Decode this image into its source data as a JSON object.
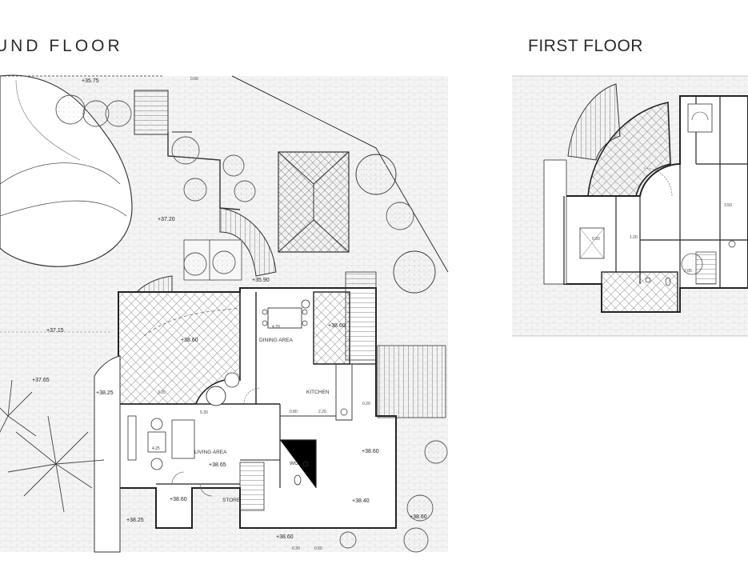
{
  "titles": {
    "ground": "UND FLOOR",
    "first": "FIRST FLOOR"
  },
  "rooms": {
    "dining": "DINING AREA",
    "kitchen": "KITCHEN",
    "living": "LIVING AREA",
    "wc": "WC",
    "store": "STORE"
  },
  "levels": {
    "l1": "+35.75",
    "l2": "+37.20",
    "l3": "+35.90",
    "l4": "+37.15",
    "l5": "+38.60",
    "l6": "+38.60",
    "l7": "+37.65",
    "l8": "+38.25",
    "l9": "+38.65",
    "l10": "+38.60",
    "l11": "+38.60",
    "l12": "+38.40",
    "l13": "+38.25",
    "l14": "+38.60",
    "l15": "+38.60"
  },
  "dims": {
    "d1": "0.60",
    "d2": "4.20",
    "d3": "3.20",
    "d4": "5.30",
    "d5": "2.20",
    "d6": "0.80",
    "d7": "0.20",
    "d8": "0.30",
    "d9": "0.50",
    "d10": "4.25",
    "d11": "0.60",
    "d12": "3.50",
    "d13": "1.20",
    "d14": "2.05"
  },
  "colors": {
    "line": "#3a3a3a",
    "hatch": "#8a8a8a",
    "paving": "#d9d9d9",
    "tree": "#555555"
  }
}
